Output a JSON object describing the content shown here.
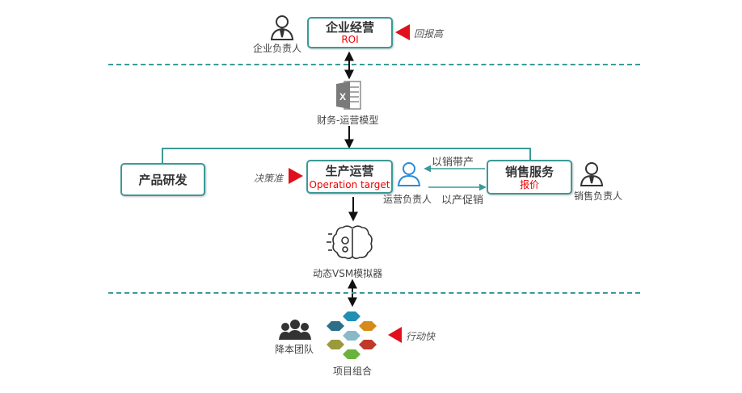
{
  "top": {
    "person_label": "企业负责人",
    "box_title": "企业经营",
    "box_sub": "ROI",
    "note": "回报高"
  },
  "model": {
    "label": "财务-运营模型"
  },
  "middle": {
    "rd_title": "产品研发",
    "ops_title": "生产运营",
    "ops_sub": "Operation target",
    "ops_note": "决策准",
    "ops_person_label": "运营负责人",
    "sales_title": "销售服务",
    "sales_sub": "报价",
    "sales_person_label": "销售负责人",
    "arrow_top_label": "以销带产",
    "arrow_bottom_label": "以产促销"
  },
  "vsm": {
    "label": "动态VSM模拟器"
  },
  "bottom": {
    "team_label": "降本团队",
    "portfolio_label": "项目组合",
    "note": "行动快"
  },
  "colors": {
    "teal": "#3a9a97",
    "red_arrow": "#e0101c",
    "subtitle_red": "#e00000",
    "person_blue": "#2c8ad6",
    "excel_gray": "#7a7a7a"
  }
}
